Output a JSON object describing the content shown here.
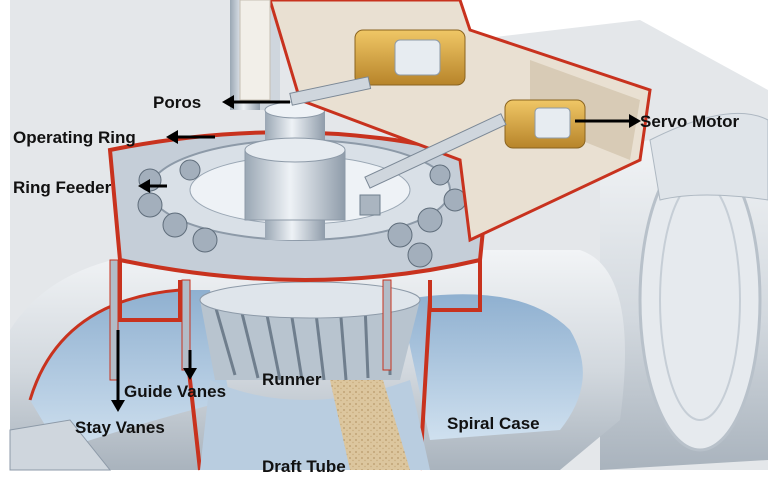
{
  "labels": {
    "poros": "Poros",
    "operating_ring": "Operating Ring",
    "ring_feeder": "Ring Feeder",
    "servo_motor": "Servo Motor",
    "guide_vanes": "Guide Vanes",
    "runner": "Runner",
    "stay_vanes": "Stay Vanes",
    "spiral_case": "Spiral Case",
    "draft_tube": "Draft Tube"
  },
  "colors": {
    "steel": "#c9d3dd",
    "steel_light": "#e8edf2",
    "steel_dark": "#8d9aa8",
    "water_blue": "#a8c2dc",
    "cut_red": "#c8321e",
    "brass": "#d9a53a",
    "housing_beige": "#e9e0d2",
    "concrete": "#d9c29a",
    "arrow": "#000000"
  }
}
